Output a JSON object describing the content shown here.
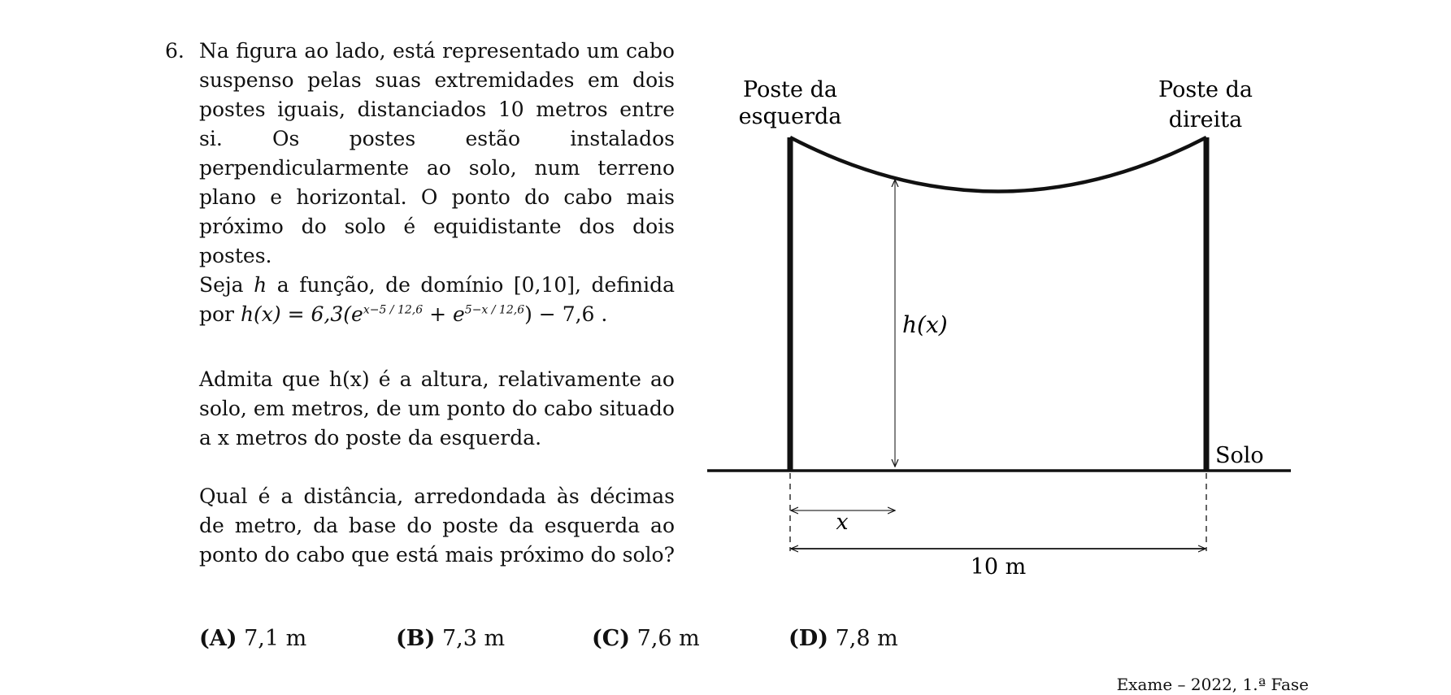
{
  "question": {
    "number": "6.",
    "paragraphs": [
      "Na figura ao lado, está representado um cabo suspenso pelas suas extremidades em dois postes iguais, distanciados 10 metros entre si. Os postes estão instalados perpendicularmente ao solo, num terreno plano e horizontal. O ponto do cabo mais próximo do solo é equidistante dos dois postes.",
      "Admita que h(x) é a altura, relativamente ao solo, em metros, de um ponto do cabo situado a x metros do poste da esquerda.",
      "Qual é a distância, arredondada às décimas de metro, da base do poste da esquerda ao ponto do cabo que está mais próximo do solo?"
    ],
    "p2_a": "Seja ",
    "p2_h": "h",
    "p2_b": " a função, de domínio [0,10], definida por ",
    "p2_formula": "h(x) = 6,3(e",
    "p2_exp1": "x−5 / 12,6",
    "p2_plus": " + e",
    "p2_exp2": "5−x / 12,6",
    "p2_end": ") − 7,6 ."
  },
  "figure": {
    "left_pole_label_1": "Poste da",
    "left_pole_label_2": "esquerda",
    "right_pole_label_1": "Poste da",
    "right_pole_label_2": "direita",
    "height_label": "h(x)",
    "ground_label": "Solo",
    "x_label": "x",
    "distance_label": "10 m"
  },
  "options": [
    {
      "letter": "(A)",
      "value": "7,1 m"
    },
    {
      "letter": "(B)",
      "value": "7,3 m"
    },
    {
      "letter": "(C)",
      "value": "7,6 m"
    },
    {
      "letter": "(D)",
      "value": "7,8 m"
    }
  ],
  "footer": "Exame – 2022, 1.ª Fase"
}
